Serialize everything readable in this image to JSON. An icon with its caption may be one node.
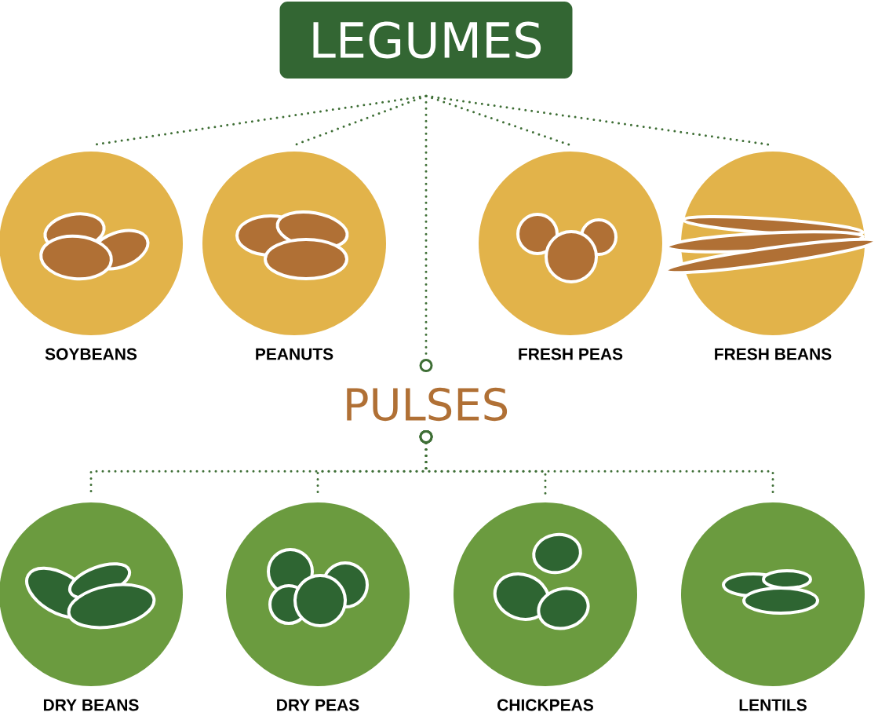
{
  "diagram": {
    "nodes": [
      {
        "text": [
          "LEGUMES"
        ]
      },
      {
        "text": [
          "SOYBEANS"
        ]
      },
      {
        "text": [
          "PEANUTS"
        ]
      },
      {
        "text": [
          "FRESH PEAS"
        ]
      },
      {
        "text": [
          "FRESH BEANS"
        ]
      },
      {
        "text": [
          "PULSES"
        ]
      },
      {
        "text": [
          "DRY BEANS"
        ]
      },
      {
        "text": [
          "DRY PEAS"
        ]
      },
      {
        "text": [
          "CHICKPEAS"
        ]
      },
      {
        "text": [
          "LENTILS"
        ]
      }
    ],
    "edges": [
      {
        "from": 0,
        "to": 1,
        "arrow": "none"
      },
      {
        "from": 0,
        "to": 2,
        "arrow": "none"
      },
      {
        "from": 0,
        "to": 3,
        "arrow": "none"
      },
      {
        "from": 0,
        "to": 4,
        "arrow": "none"
      },
      {
        "from": 0,
        "to": 5,
        "arrow": "other"
      },
      {
        "from": 5,
        "to": 6,
        "arrow": "other"
      },
      {
        "from": 5,
        "to": 7,
        "arrow": "other"
      },
      {
        "from": 5,
        "to": 8,
        "arrow": "other"
      },
      {
        "from": 5,
        "to": 9,
        "arrow": "other"
      }
    ]
  }
}
